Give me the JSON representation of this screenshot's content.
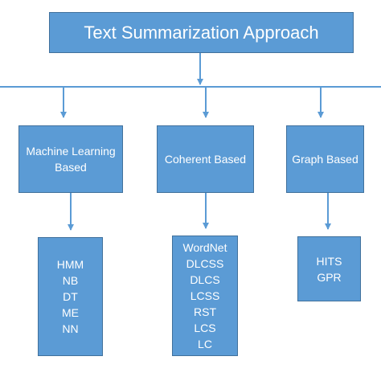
{
  "root": {
    "label": "Text Summarization Approach"
  },
  "categories": [
    {
      "label": "Machine Learning Based",
      "methods": [
        "HMM",
        "NB",
        "DT",
        "ME",
        "NN"
      ]
    },
    {
      "label": "Coherent Based",
      "methods": [
        "WordNet",
        "DLCSS",
        "DLCS",
        "LCSS",
        "RST",
        "LCS",
        "LC"
      ]
    },
    {
      "label": "Graph Based",
      "methods": [
        "HITS",
        "GPR"
      ]
    }
  ],
  "colors": {
    "box_fill": "#5b9bd5",
    "box_border": "#41719c",
    "connector": "#5b9bd5",
    "text": "#ffffff"
  }
}
